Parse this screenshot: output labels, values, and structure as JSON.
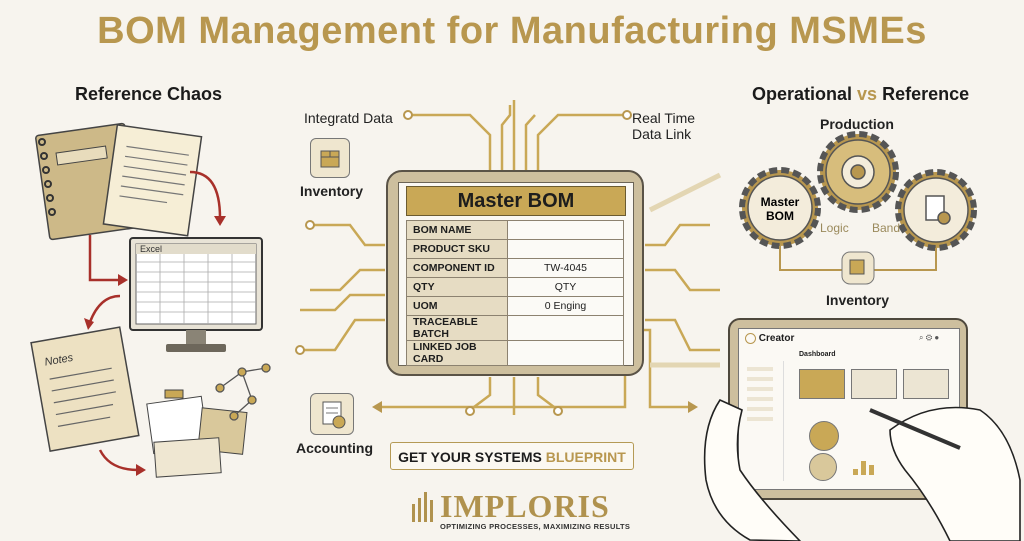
{
  "title": "BOM Management for Manufacturing MSMEs",
  "left": {
    "heading": "Reference Chaos",
    "excel_label": "Excel",
    "notes_label": "Notes"
  },
  "center": {
    "top_left_label": "Integratd Data",
    "top_right_label_1": "Real Time",
    "top_right_label_2": "Data Link",
    "inventory_label": "Inventory",
    "accounting_label": "Accounting",
    "bom_title": "Master BOM",
    "rows": [
      {
        "field": "BOM NAME",
        "value": ""
      },
      {
        "field": "PRODUCT SKU",
        "value": ""
      },
      {
        "field": "COMPONENT ID",
        "value": "TW-4045"
      },
      {
        "field": "QTY",
        "value": "QTY"
      },
      {
        "field": "UOM",
        "value": "0 Enging"
      },
      {
        "field": "TRACEABLE BATCH",
        "value": ""
      },
      {
        "field": "LINKED JOB CARD",
        "value": ""
      }
    ],
    "cta_prefix": "GET YOUR SYSTEMS ",
    "cta_highlight": "BLUEPRINT"
  },
  "right": {
    "heading_a": "Operational ",
    "heading_vs": "vs",
    "heading_b": " Reference",
    "production_label": "Production",
    "gear_master_1": "Master",
    "gear_master_2": "BOM",
    "logic_label": "Logic",
    "band_label": "Band",
    "inventory_label": "Inventory",
    "app_name": "Creator",
    "dashboard_label": "Dashboard"
  },
  "brand": {
    "name": "IMPLORIS",
    "tagline": "OPTIMIZING PROCESSES, MAXIMIZING RESULTS"
  },
  "colors": {
    "gold": "#b8974f",
    "dark": "#1d1d1d",
    "red_arrow": "#a8302a"
  }
}
